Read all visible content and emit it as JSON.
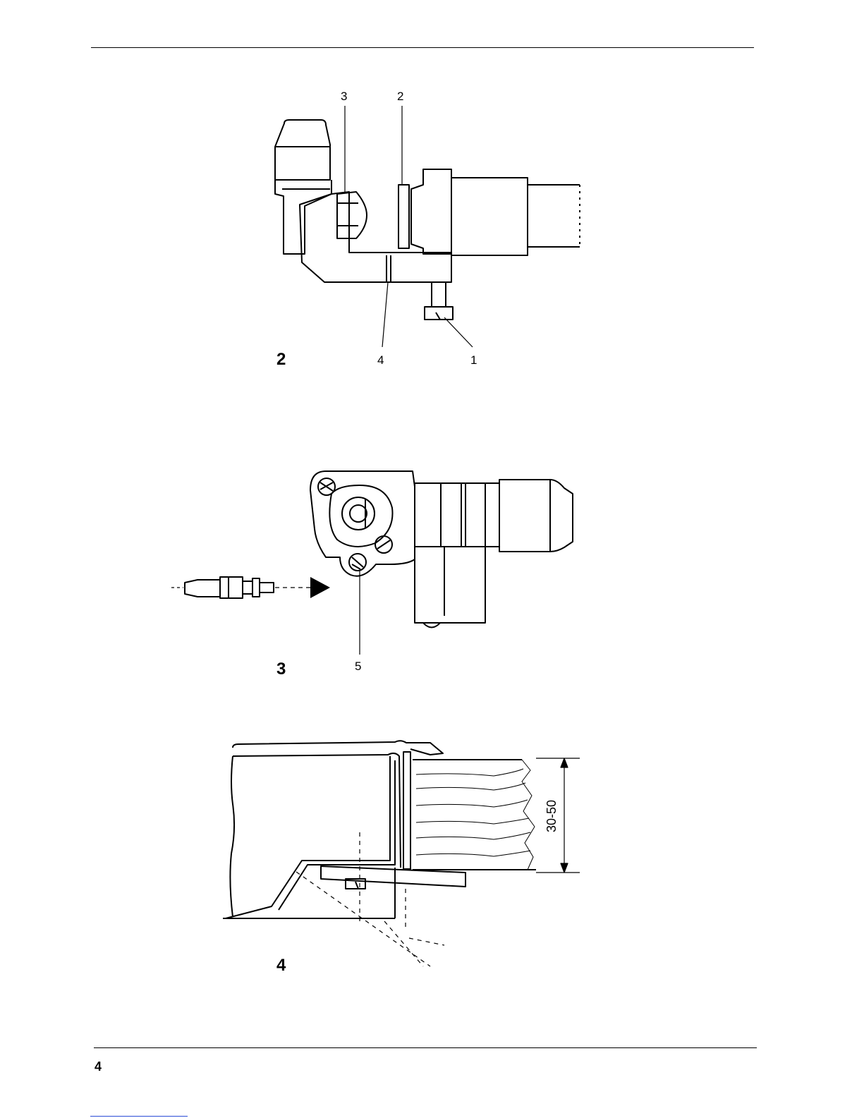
{
  "page": {
    "number": "4"
  },
  "figures": [
    {
      "number": "2",
      "callouts": [
        "3",
        "2",
        "4",
        "1"
      ]
    },
    {
      "number": "3",
      "callouts": [
        "5"
      ]
    },
    {
      "number": "4",
      "dimension": "30-50"
    }
  ]
}
